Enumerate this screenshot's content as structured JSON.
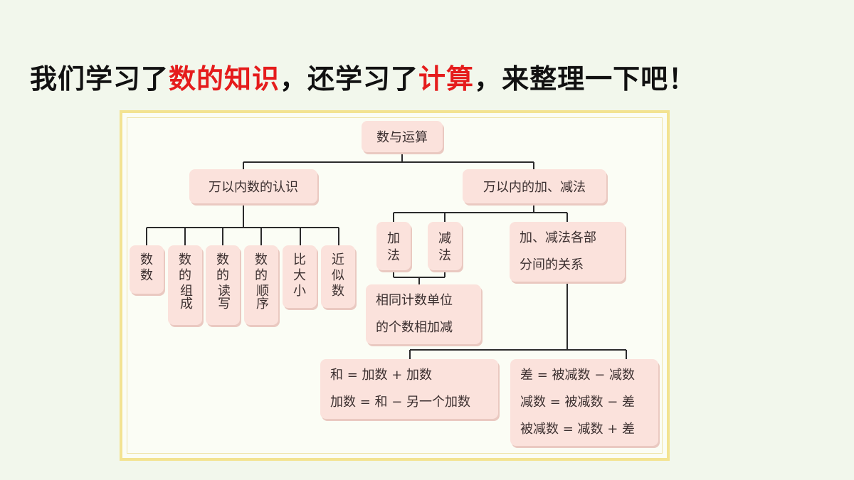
{
  "headline": {
    "part1": "我们学习了",
    "highlight1": "数的知识",
    "part2": "，还学习了",
    "highlight2": "计算",
    "part3": "，来整理一下吧！"
  },
  "diagram": {
    "root": "数与运算",
    "left_branch": "万以内数的认识",
    "left_children": [
      {
        "line1": "数",
        "line2": "数",
        "line3": ""
      },
      {
        "line1": "数",
        "line2": "的",
        "line3": "组成"
      },
      {
        "line1": "数",
        "line2": "的",
        "line3": "读写"
      },
      {
        "line1": "数",
        "line2": "的",
        "line3": "顺序"
      },
      {
        "line1": "比",
        "line2": "大",
        "line3": "小"
      },
      {
        "line1": "近",
        "line2": "似",
        "line3": "数"
      }
    ],
    "right_branch": "万以内的加、减法",
    "addition": {
      "line1": "加",
      "line2": "法"
    },
    "subtraction": {
      "line1": "减",
      "line2": "法"
    },
    "counting_unit": {
      "line1": "相同计数单位",
      "line2": "的个数相加减"
    },
    "relations": {
      "line1": "加、减法各部",
      "line2": "分间的关系"
    },
    "sum_formulas": [
      "和 = 加数 + 加数",
      "加数 = 和 − 另一个加数"
    ],
    "difference_formulas": [
      "差 = 被减数 − 减数",
      "减数 = 被减数 − 差",
      "被减数 = 减数 + 差"
    ]
  }
}
